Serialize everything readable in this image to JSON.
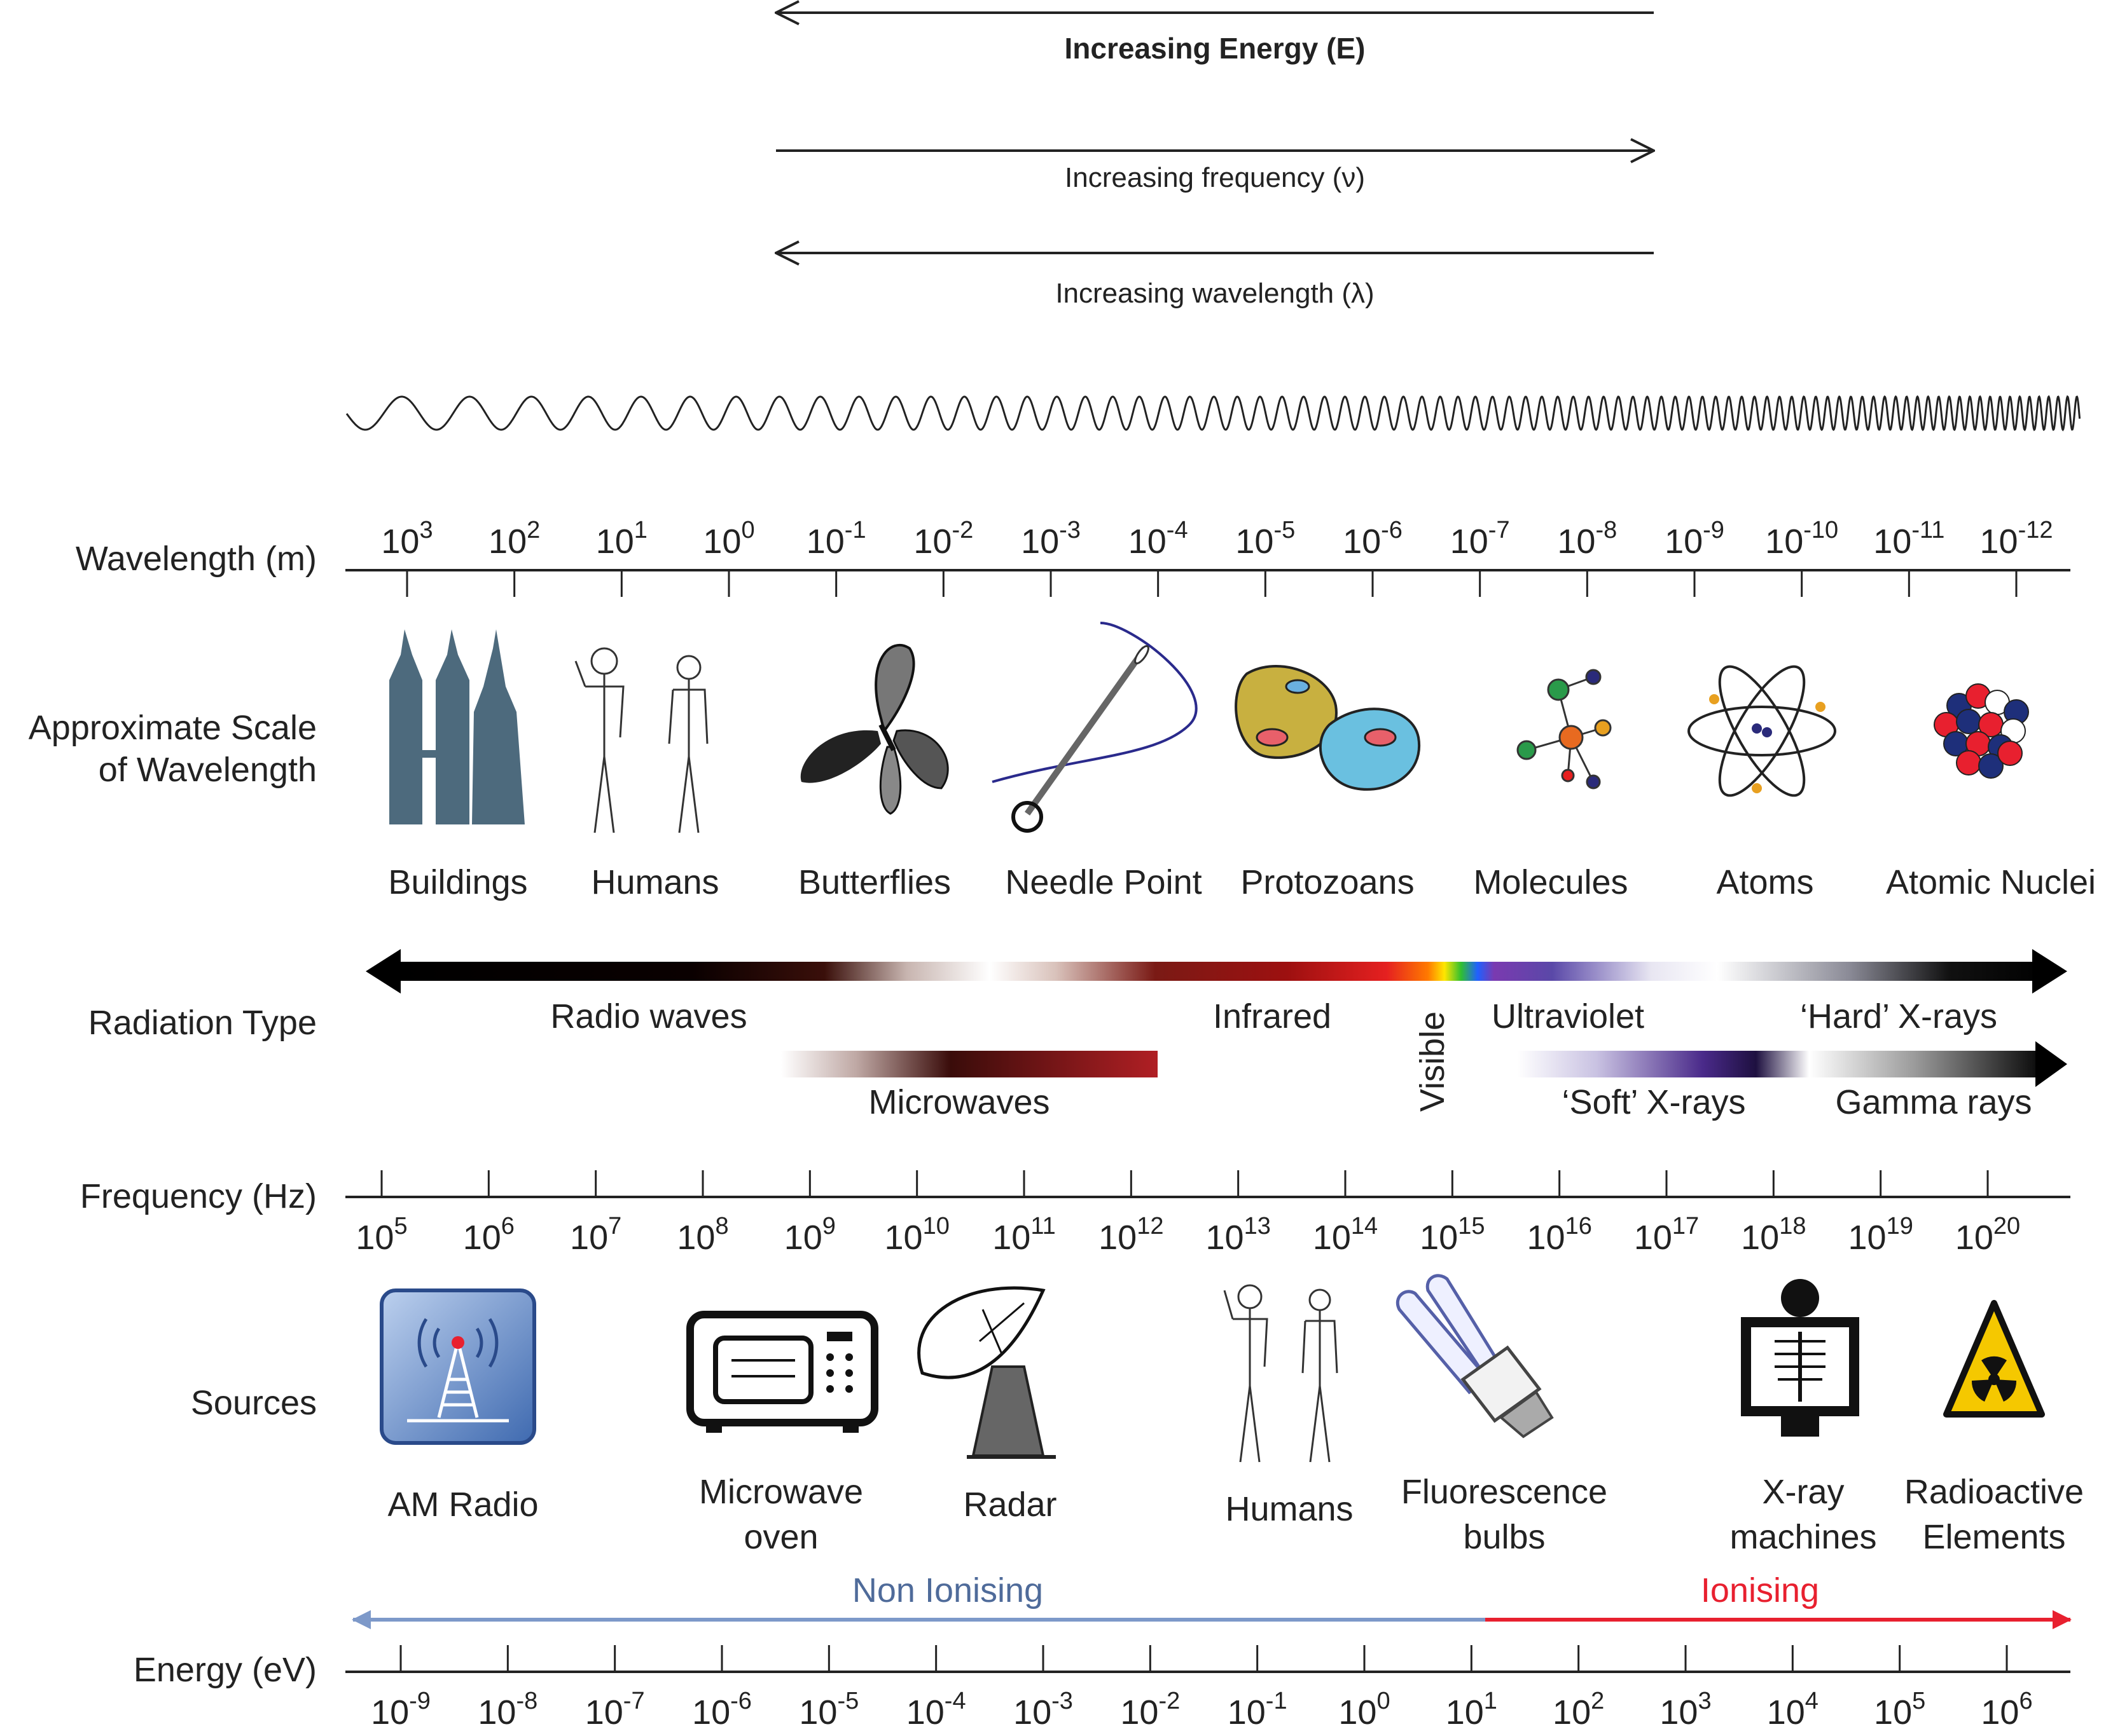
{
  "arrows": {
    "energy": "Increasing Energy (E)",
    "frequency": "Increasing frequency (ν)",
    "wavelength": "Increasing wavelength (λ)"
  },
  "rows": {
    "wavelength": "Wavelength (m)",
    "scale_line1": "Approximate Scale",
    "scale_line2": "of Wavelength",
    "radiation": "Radiation Type",
    "frequency": "Frequency (Hz)",
    "sources": "Sources",
    "energy": "Energy (eV)"
  },
  "wavelength_ticks": [
    {
      "base": "10",
      "exp": "3"
    },
    {
      "base": "10",
      "exp": "2"
    },
    {
      "base": "10",
      "exp": "1"
    },
    {
      "base": "10",
      "exp": "0"
    },
    {
      "base": "10",
      "exp": "-1"
    },
    {
      "base": "10",
      "exp": "-2"
    },
    {
      "base": "10",
      "exp": "-3"
    },
    {
      "base": "10",
      "exp": "-4"
    },
    {
      "base": "10",
      "exp": "-5"
    },
    {
      "base": "10",
      "exp": "-6"
    },
    {
      "base": "10",
      "exp": "-7"
    },
    {
      "base": "10",
      "exp": "-8"
    },
    {
      "base": "10",
      "exp": "-9"
    },
    {
      "base": "10",
      "exp": "-10"
    },
    {
      "base": "10",
      "exp": "-11"
    },
    {
      "base": "10",
      "exp": "-12"
    }
  ],
  "scale_items": [
    "Buildings",
    "Humans",
    "Butterflies",
    "Needle Point",
    "Protozoans",
    "Molecules",
    "Atoms",
    "Atomic Nuclei"
  ],
  "radiation": {
    "radio": "Radio waves",
    "infrared": "Infrared",
    "visible": "Visible",
    "ultraviolet": "Ultraviolet",
    "hard_xrays": "‘Hard’ X-rays",
    "microwaves": "Microwaves",
    "soft_xrays": "‘Soft’ X-rays",
    "gamma": "Gamma rays"
  },
  "frequency_ticks": [
    {
      "base": "10",
      "exp": "5"
    },
    {
      "base": "10",
      "exp": "6"
    },
    {
      "base": "10",
      "exp": "7"
    },
    {
      "base": "10",
      "exp": "8"
    },
    {
      "base": "10",
      "exp": "9"
    },
    {
      "base": "10",
      "exp": "10"
    },
    {
      "base": "10",
      "exp": "11"
    },
    {
      "base": "10",
      "exp": "12"
    },
    {
      "base": "10",
      "exp": "13"
    },
    {
      "base": "10",
      "exp": "14"
    },
    {
      "base": "10",
      "exp": "15"
    },
    {
      "base": "10",
      "exp": "16"
    },
    {
      "base": "10",
      "exp": "17"
    },
    {
      "base": "10",
      "exp": "18"
    },
    {
      "base": "10",
      "exp": "19"
    },
    {
      "base": "10",
      "exp": "20"
    }
  ],
  "sources": {
    "am_radio": "AM Radio",
    "microwave_line1": "Microwave",
    "microwave_line2": "oven",
    "radar": "Radar",
    "humans": "Humans",
    "fluorescence_line1": "Fluorescence",
    "fluorescence_line2": "bulbs",
    "xray_line1": "X-ray",
    "xray_line2": "machines",
    "radioactive_line1": "Radioactive",
    "radioactive_line2": "Elements"
  },
  "ionising": {
    "non": "Non Ionising",
    "ion": "Ionising",
    "non_color": "#7d99c9",
    "ion_color": "#e8202f"
  },
  "energy_ticks": [
    {
      "base": "10",
      "exp": "-9"
    },
    {
      "base": "10",
      "exp": "-8"
    },
    {
      "base": "10",
      "exp": "-7"
    },
    {
      "base": "10",
      "exp": "-6"
    },
    {
      "base": "10",
      "exp": "-5"
    },
    {
      "base": "10",
      "exp": "-4"
    },
    {
      "base": "10",
      "exp": "-3"
    },
    {
      "base": "10",
      "exp": "-2"
    },
    {
      "base": "10",
      "exp": "-1"
    },
    {
      "base": "10",
      "exp": "0"
    },
    {
      "base": "10",
      "exp": "1"
    },
    {
      "base": "10",
      "exp": "2"
    },
    {
      "base": "10",
      "exp": "3"
    },
    {
      "base": "10",
      "exp": "4"
    },
    {
      "base": "10",
      "exp": "5"
    },
    {
      "base": "10",
      "exp": "6"
    }
  ],
  "icons": [
    "buildings-icon",
    "humans-icon",
    "butterfly-icon",
    "needle-icon",
    "protozoans-icon",
    "molecule-icon",
    "atom-icon",
    "nucleus-icon",
    "am-radio-icon",
    "microwave-oven-icon",
    "radar-dish-icon",
    "humans-source-icon",
    "fluorescent-bulb-icon",
    "xray-machine-icon",
    "radioactive-icon"
  ]
}
